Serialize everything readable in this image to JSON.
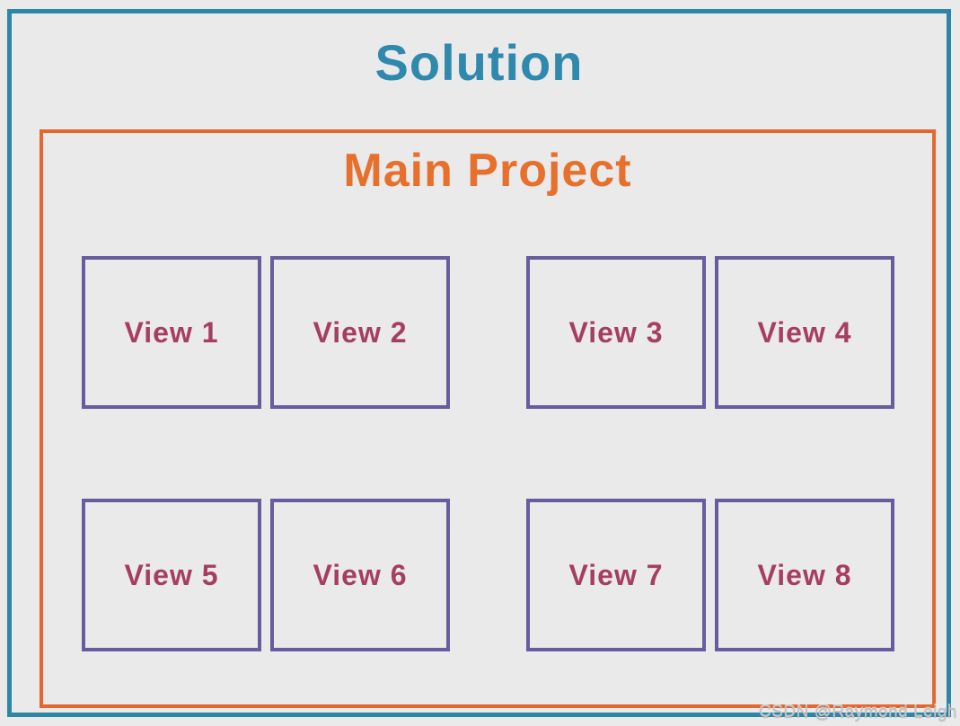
{
  "titles": {
    "solution": "Solution",
    "main_project": "Main Project"
  },
  "views": [
    {
      "label": "View 1"
    },
    {
      "label": "View 2"
    },
    {
      "label": "View 3"
    },
    {
      "label": "View 4"
    },
    {
      "label": "View 5"
    },
    {
      "label": "View 6"
    },
    {
      "label": "View 7"
    },
    {
      "label": "View 8"
    }
  ],
  "watermark": "CSDN @Raymond Leigh",
  "colors": {
    "background": "#eaeaea",
    "solution_border": "#2e86a7",
    "solution_title": "#2e89ad",
    "project_border": "#e5672f",
    "project_title": "#e7702c",
    "view_border": "#665d9e",
    "view_label": "#a63e5f",
    "watermark": "#c3c3c3"
  }
}
